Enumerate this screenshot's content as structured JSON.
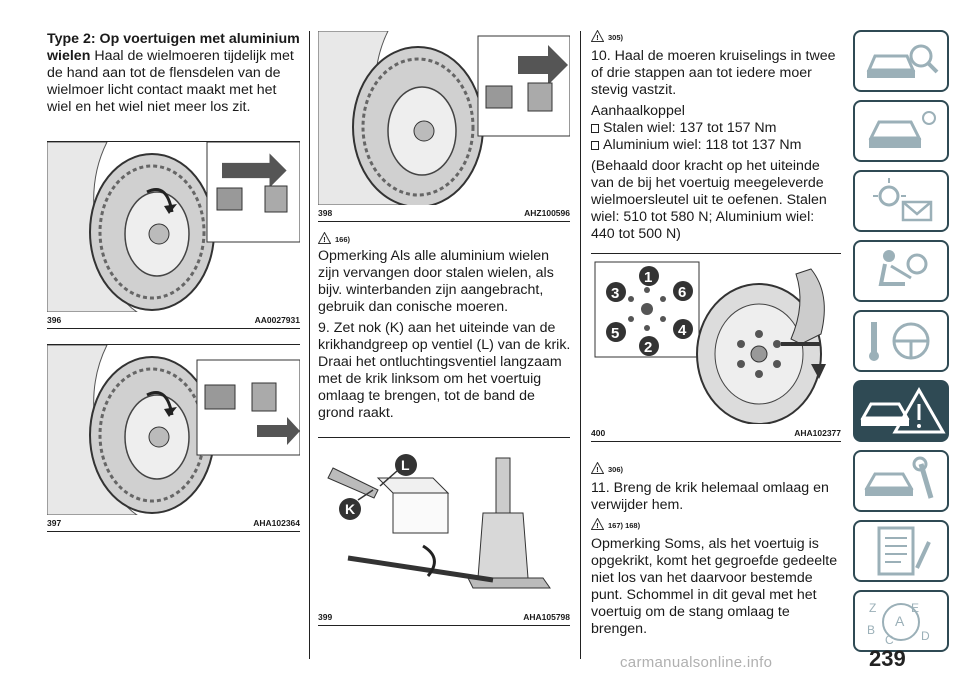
{
  "left_column": {
    "heading_bold": "Type 2: Op voertuigen met aluminium wielen",
    "heading_rest": "Haal de wielmoeren tijdelijk met de hand aan tot de flensdelen van de wielmoer licht contact maakt met het wiel en het wiel niet meer los zit."
  },
  "figures": {
    "f396": {
      "number": "396",
      "code": "AA0027931"
    },
    "f397": {
      "number": "397",
      "code": "AHA102364"
    },
    "f398": {
      "number": "398",
      "code": "AHZ100596"
    },
    "f399": {
      "number": "399",
      "code": "AHA105798",
      "label_l": "L",
      "label_k": "K"
    },
    "f400": {
      "number": "400",
      "code": "AHA102377",
      "nut_labels": [
        "1",
        "2",
        "3",
        "4",
        "5",
        "6"
      ]
    }
  },
  "middle_column": {
    "warn_ref": "166)",
    "note": "Opmerking  Als alle aluminium wielen zijn vervangen door stalen wielen, als bijv. winterbanden zijn aangebracht, gebruik dan conische moeren.",
    "step9": "9. Zet nok (K) aan het uiteinde van de krikhandgreep op ventiel (L) van de krik. Draai het ontluchtingsventiel langzaam met de krik linksom om het voertuig omlaag te brengen, tot de band de grond raakt."
  },
  "right_column": {
    "warn_ref_top": "305)",
    "step10": "10. Haal de moeren kruiselings in twee of drie stappen aan tot iedere moer stevig vastzit.",
    "torque_title": "Aanhaalkoppel",
    "torque_steel": "Stalen wiel: 137 tot 157 Nm",
    "torque_alu": "Aluminium wiel: 118 tot 137 Nm",
    "force_note": "(Behaald door kracht op het uiteinde van de bij het voertuig meegeleverde wielmoersleutel uit te oefenen. Stalen wiel: 510 tot 580 N; Aluminium wiel: 440 tot 500 N)",
    "warn_ref_mid": "306)",
    "step11": "11. Breng de krik helemaal omlaag en verwijder hem.",
    "warn_ref_bottom": "167) 168)",
    "note2": "Opmerking  Soms, als het voertuig is opgekrikt, komt het gegroefde gedeelte niet los van het daarvoor bestemde punt. Schommel in dit geval met het voertuig om de stang omlaag te brengen."
  },
  "sidebar": {
    "tabs": [
      {
        "icon": "car-magnifier-icon",
        "active": false
      },
      {
        "icon": "car-dashboard-icon",
        "active": false
      },
      {
        "icon": "warning-light-envelope-icon",
        "active": false
      },
      {
        "icon": "seat-airbag-icon",
        "active": false
      },
      {
        "icon": "steering-wheel-key-icon",
        "active": false
      },
      {
        "icon": "car-breakdown-warning-icon",
        "active": true
      },
      {
        "icon": "car-wrench-icon",
        "active": false
      },
      {
        "icon": "specifications-list-icon",
        "active": false
      },
      {
        "icon": "alphabet-index-icon",
        "active": false
      }
    ]
  },
  "page_number": "239",
  "watermark": "carmanualsonline.info",
  "colors": {
    "tab_border": "#2f4a54",
    "tab_active": "#2f4a54",
    "text": "#1a1a1a"
  }
}
